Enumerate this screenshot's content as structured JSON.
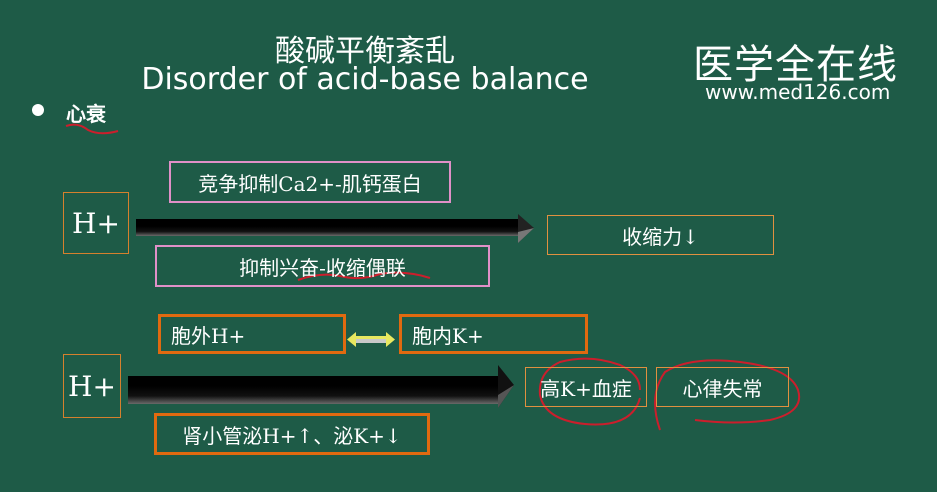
{
  "title": {
    "zh": "酸碱平衡紊乱",
    "en": "Disorder of acid-base balance"
  },
  "brand": {
    "name": "医学全在线",
    "url": "www.med126.com"
  },
  "bullet": {
    "label": "心衰"
  },
  "diagram1": {
    "h_label": "H+",
    "top_label": "竞争抑制Ca2+-肌钙蛋白",
    "bottom_label": "抑制兴奋-收缩偶联",
    "result_label": "收缩力↓"
  },
  "diagram2": {
    "h_label": "H+",
    "left_label": "胞外H+",
    "right_label": "胞内K+",
    "bottom_label": "肾小管泌H+↑、泌K+↓",
    "result1_label": "高K+血症",
    "result2_label": "心律失常"
  },
  "colors": {
    "background": "#1e5b47",
    "pink_border": "#e090c8",
    "orange_border": "#e06a10",
    "annotation_red": "#cc1e2c"
  }
}
